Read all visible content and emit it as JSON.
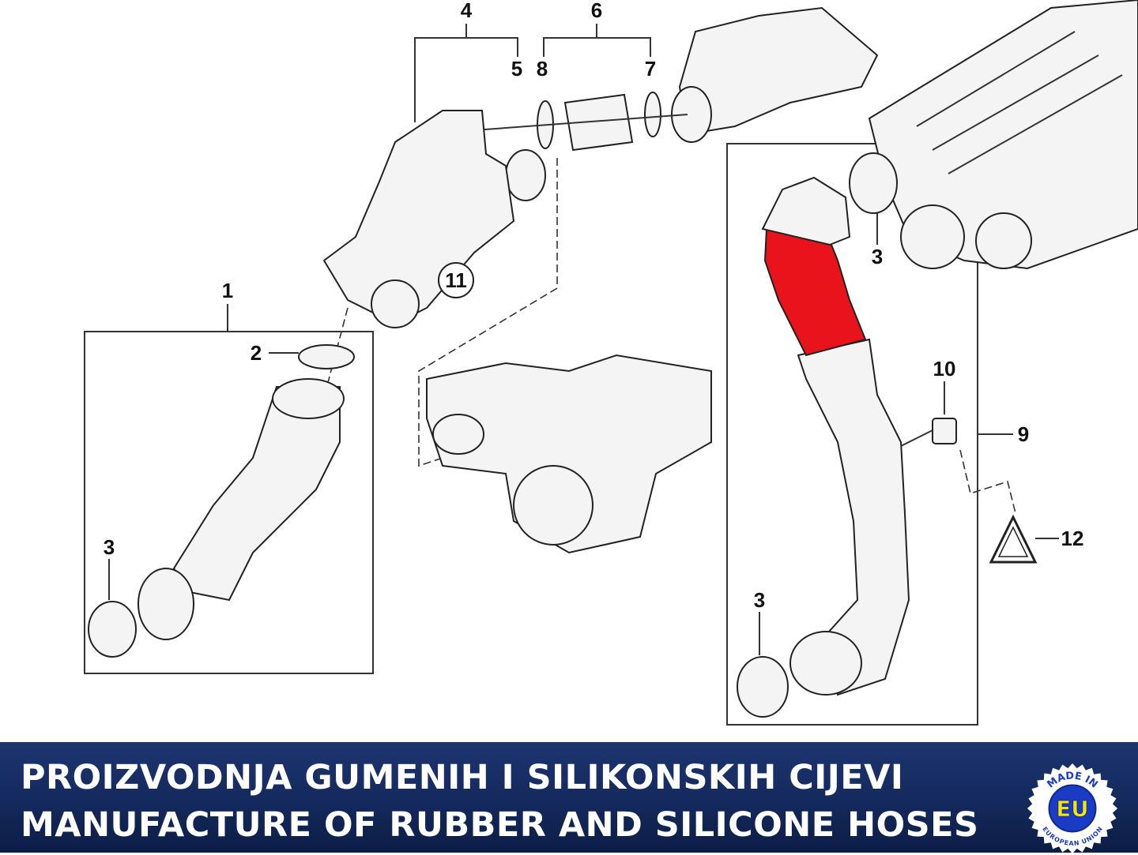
{
  "diagram": {
    "callouts": {
      "c1": "1",
      "c2": "2",
      "c3a": "3",
      "c3b": "3",
      "c3c": "3",
      "c4": "4",
      "c5": "5",
      "c6": "6",
      "c7": "7",
      "c8": "8",
      "c9": "9",
      "c10": "10",
      "c11": "11",
      "c12": "12"
    },
    "highlight_color": "#e8131b"
  },
  "banner": {
    "line1": "PROIZVODNJA GUMENIH I SILIKONSKIH CIJEVI",
    "line2": "MANUFACTURE OF RUBBER AND SILICONE HOSES",
    "background": "#13285a"
  },
  "badge": {
    "top_text": "MADE IN",
    "center_text": "EU",
    "bottom_text": "EUROPEAN UNION"
  }
}
